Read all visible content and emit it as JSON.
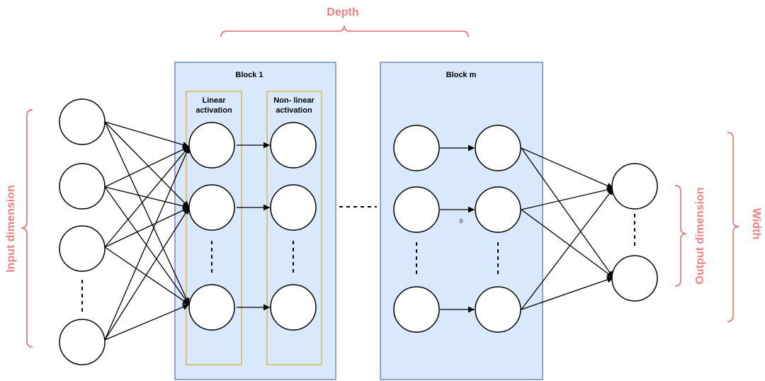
{
  "labels": {
    "depth": "Depth",
    "width": "Width",
    "input_dimension": "Input dimension",
    "output_dimension": "Output dimension",
    "block_1": "Block 1",
    "block_m": "Block m",
    "linear_line1": "Linear",
    "linear_line2": "activation",
    "nonlinear_line1": "Non- linear",
    "nonlinear_line2": "activation",
    "small_zero": "0"
  },
  "colors": {
    "accent_red": "#e06666",
    "label_red": "#f08080",
    "block_fill": "#dae8fc",
    "block_stroke": "#6c8ebf",
    "activation_stroke": "#d6b656"
  }
}
